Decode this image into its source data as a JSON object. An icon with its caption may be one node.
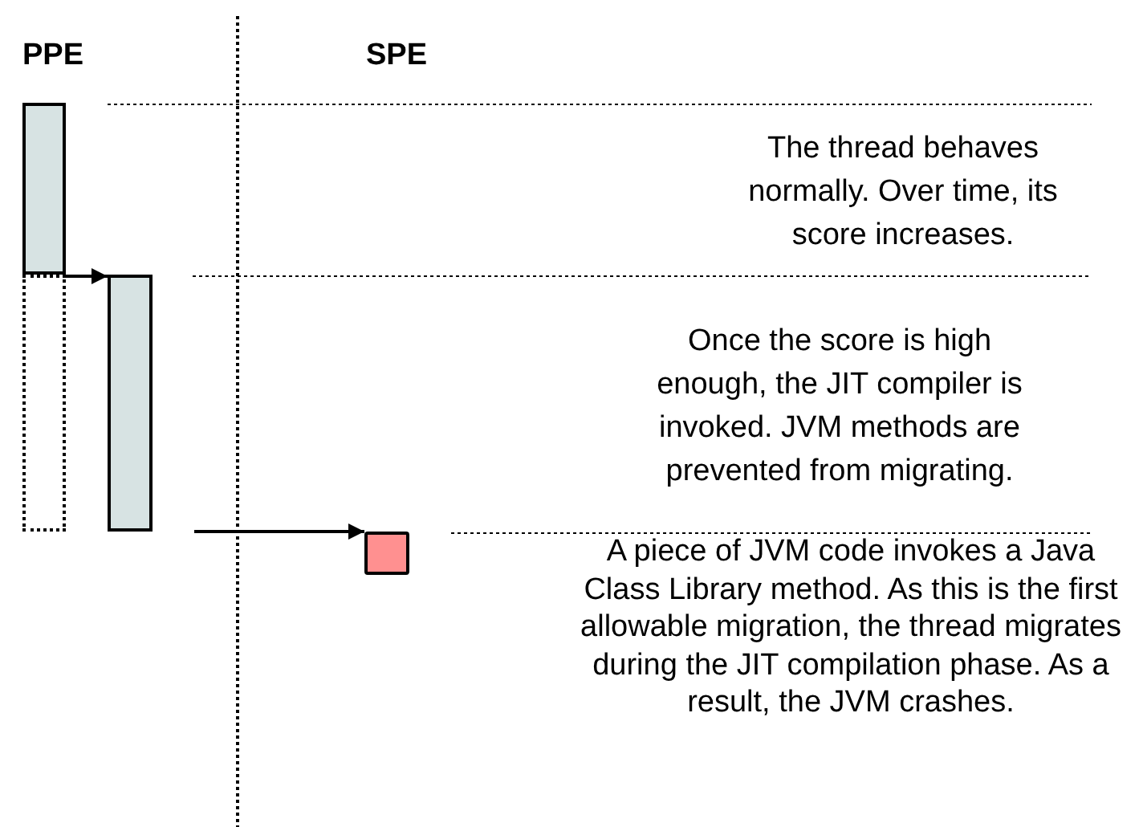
{
  "diagram": {
    "nodes": [
      {
        "text": [],
        "shape": "bar"
      },
      {
        "text": [],
        "shape": "bar"
      },
      {
        "text": [],
        "shape": "bar"
      },
      {
        "text": [],
        "shape": "box"
      }
    ],
    "edges": [
      {
        "from": 0,
        "to": 2,
        "arrow": "to"
      },
      {
        "from": 2,
        "to": 3,
        "arrow": "to"
      }
    ],
    "labels": [
      "PPE",
      "SPE",
      "The thread behaves normally. Over time, its score increases.",
      "Once the score is high enough, the JIT compiler is invoked. JVM methods are prevented from migrating.",
      "A piece of JVM code invokes a Java Class Library method. As this is the first allowable migration, the thread migrates during the JIT compilation phase. As a result, the JVM crashes."
    ]
  }
}
